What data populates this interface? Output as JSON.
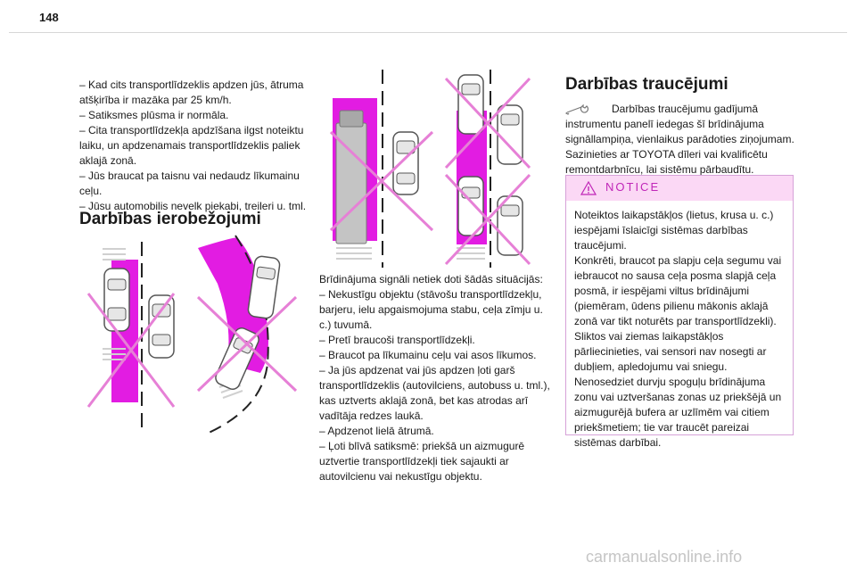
{
  "page": {
    "number": "148"
  },
  "col1": {
    "lines": [
      "– Kad cits transportlīdzeklis apdzen jūs, ātruma atšķirība ir mazāka par 25 km/h.",
      "– Satiksmes plūsma ir normāla.",
      "– Cita transportlīdzekļa apdzīšana ilgst noteiktu laiku, un apdzenamais transportlīdzeklis paliek aklajā zonā.",
      "– Jūs braucat pa taisnu vai nedaudz līkumainu ceļu.",
      "– Jūsu automobilis nevelk piekabi, treileri u. tml."
    ]
  },
  "limits": {
    "heading": "Darbības ierobežojumi"
  },
  "col2": {
    "intro": "Brīdinājuma signāli netiek doti šādās situācijās:",
    "lines": [
      "– Nekustīgu objektu (stāvošu transportlīdzekļu, barjeru, ielu apgaismojuma stabu, ceļa zīmju u. c.) tuvumā.",
      "– Pretī braucoši transportlīdzekļi.",
      "– Braucot pa līkumainu ceļu vai asos līkumos.",
      "– Ja jūs apdzenat vai jūs apdzen ļoti garš transportlīdzeklis (autovilciens, autobuss u. tml.), kas uztverts aklajā zonā, bet kas atrodas arī vadītāja redzes laukā.",
      "– Apdzenot lielā ātrumā.",
      "– Ļoti blīvā satiksmē: priekšā un aizmugurē uztvertie transportlīdzekļi tiek sajaukti ar autovilcienu vai nekustīgu objektu."
    ]
  },
  "malfunctions": {
    "heading": "Darbības traucējumi",
    "text": "Darbības traucējumu gadījumā instrumentu panelī iedegas šī brīdinājuma signāllampiņa, vienlaikus parādoties ziņojumam. Sazinieties ar TOYOTA dīleri vai kvalificētu remontdarbnīcu, lai sistēmu pārbaudītu.",
    "icon": "wrench-icon"
  },
  "notice": {
    "label": "NOTICE",
    "icon": "warning-triangle-icon",
    "text": "Noteiktos laikapstākļos (lietus, krusa u. c.) iespējami īslaicīgi sistēmas darbības traucējumi.\nKonkrēti, braucot pa slapju ceļa segumu vai iebraucot no sausa ceļa posma slapjā ceļa posmā, ir iespējami viltus brīdinājumi (piemēram, ūdens pilienu mākonis aklajā zonā var tikt noturēts par transportlīdzekli).\nSliktos vai ziemas laikapstākļos pārliecinieties, vai sensori nav nosegti ar dubļiem, apledojumu vai sniegu.\nNenosedziet durvju spoguļu brīdinājuma zonu vai uztveršanas zonas uz priekšējā un aizmugurējā bufera ar uzlīmēm vai citiem priekšmetiem; tie var traucēt pareizai sistēmas darbībai."
  },
  "colors": {
    "accent": "#e21ce2",
    "notice_bg": "#fbd8f5",
    "notice_border": "#d6a2d8",
    "cross": "#e680d6"
  },
  "watermark": "carmanualsonline.info"
}
